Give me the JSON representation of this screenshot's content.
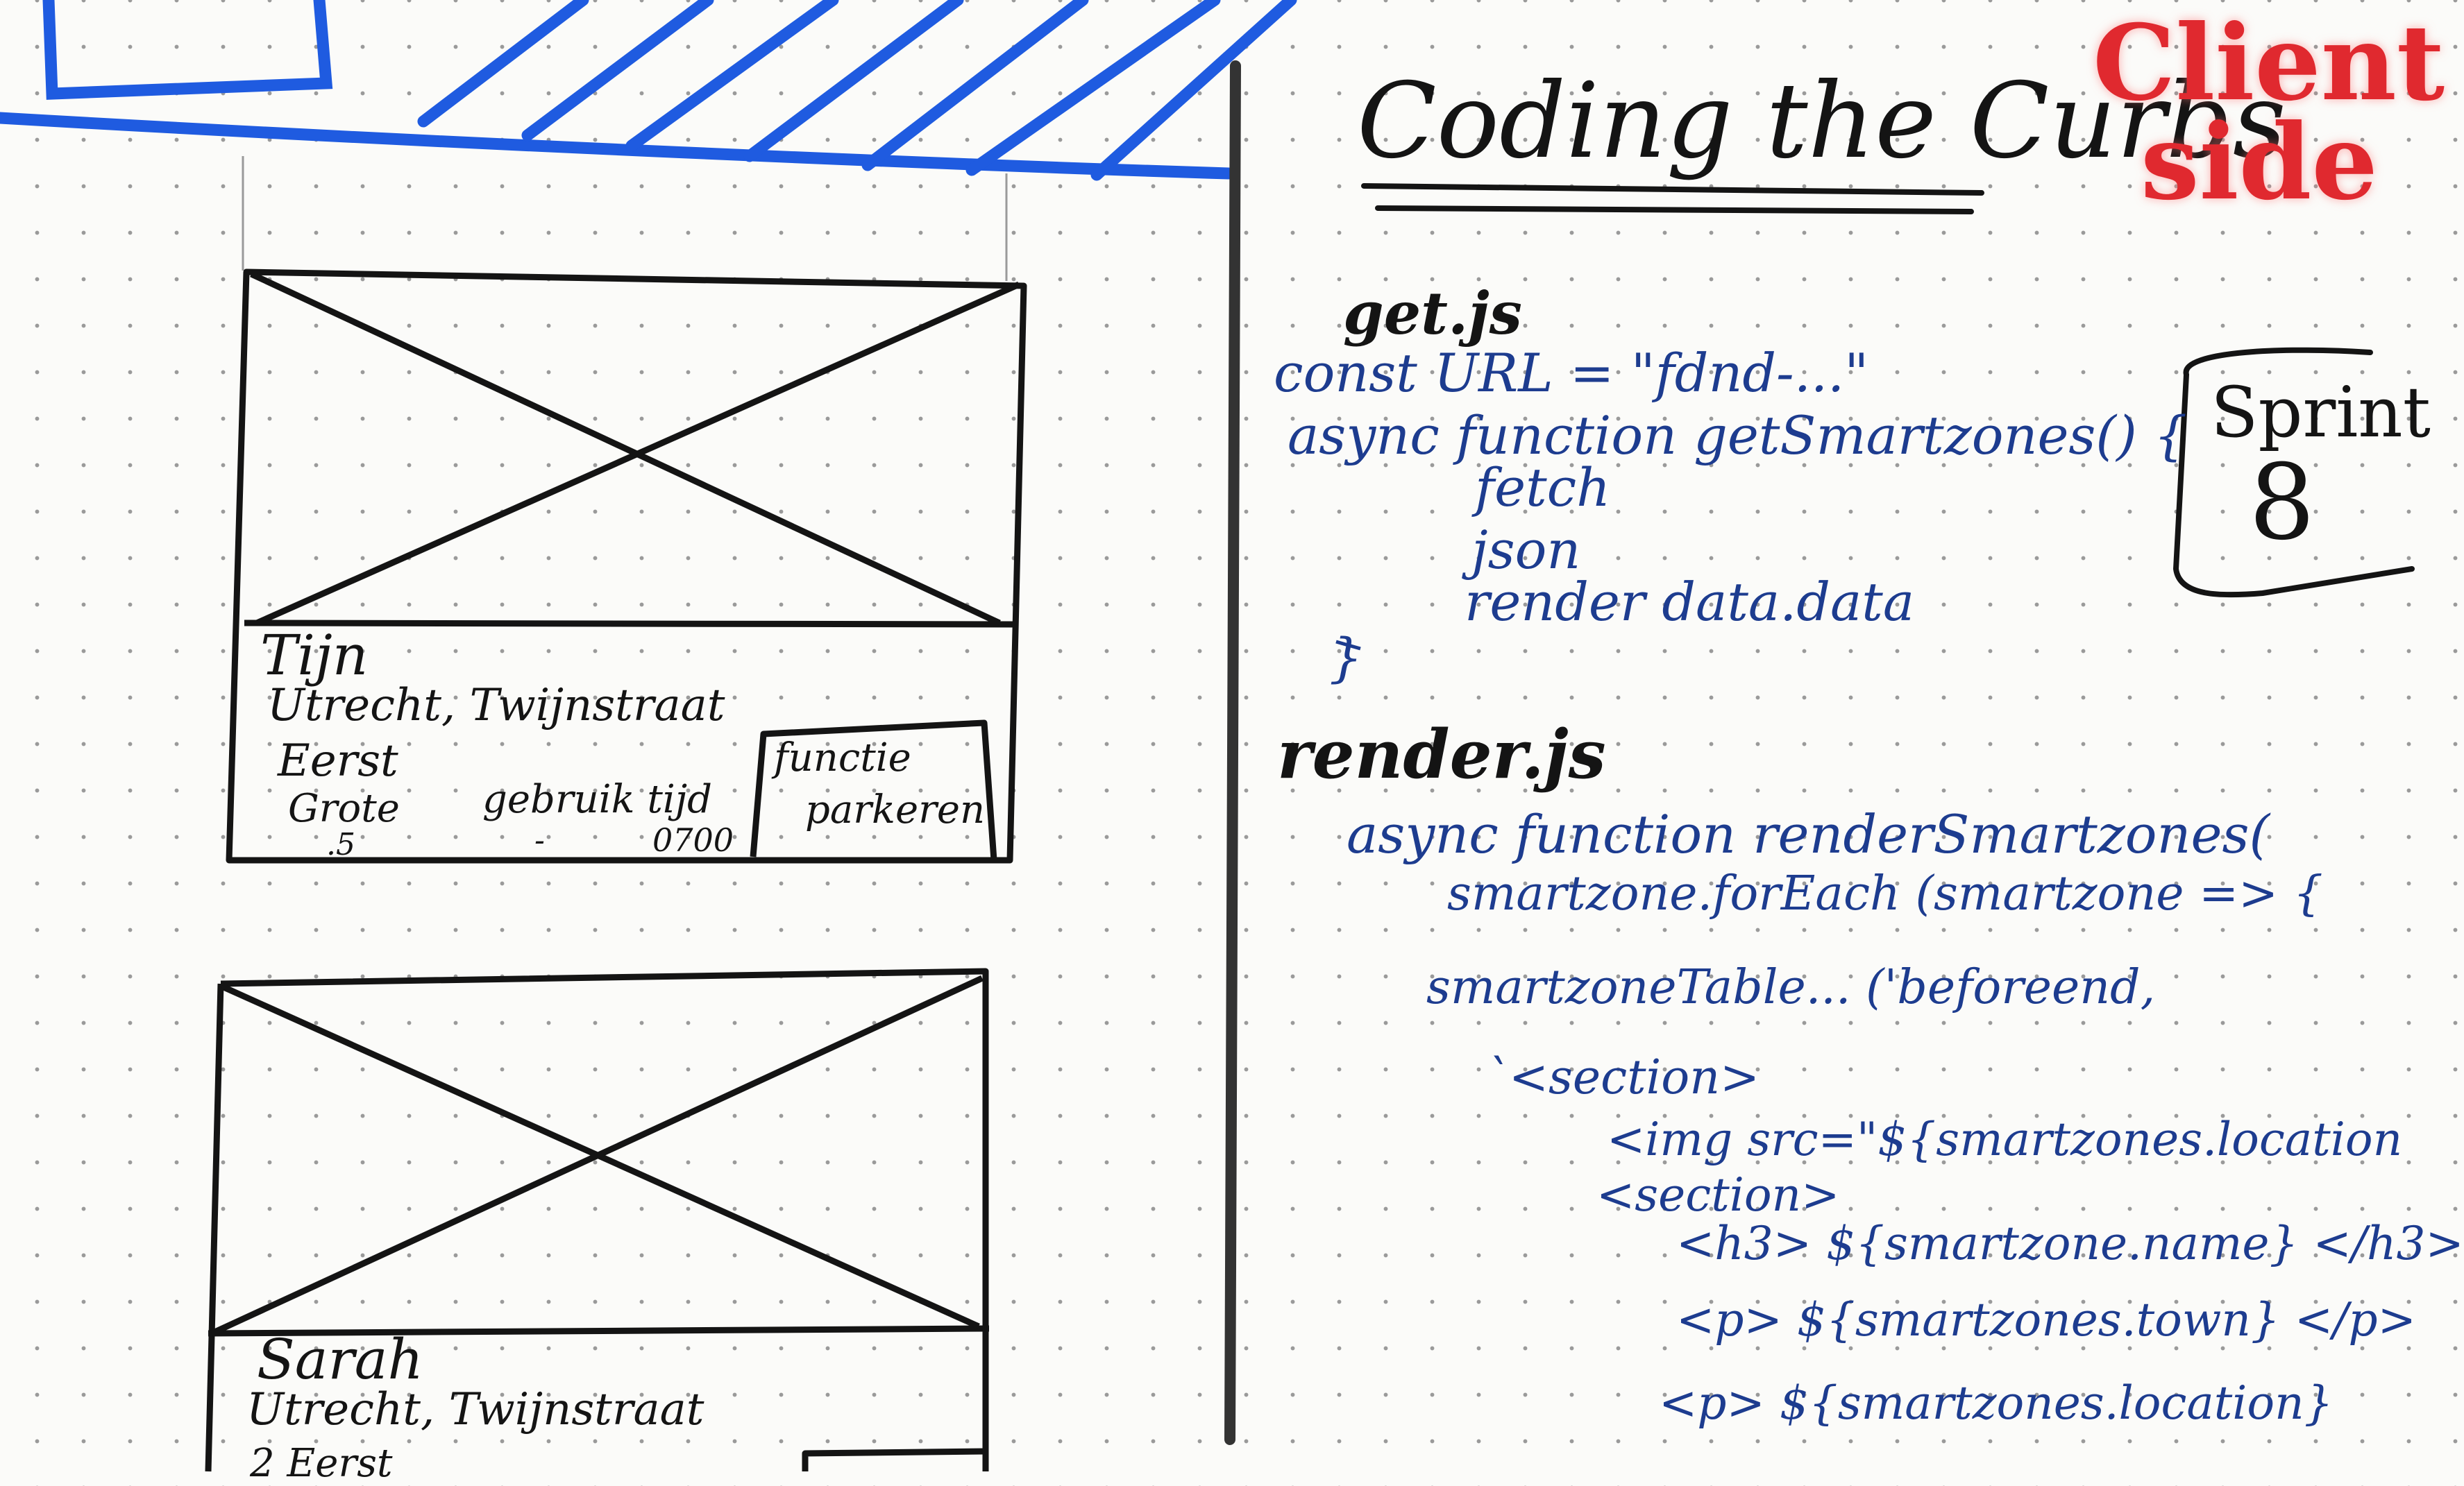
{
  "header": {
    "title": "Coding the Curbs",
    "side_label_line1": "Client",
    "side_label_line2": "side",
    "sprint_label": "Sprint",
    "sprint_number": "8"
  },
  "cards": [
    {
      "name": "Tijn",
      "address": "Utrecht, Twijnstraat",
      "line1_left": "Eerst",
      "line2_left": "Grote",
      "line2_mid": "gebruik tijd",
      "line3_left": ".5",
      "line3_mid": "-",
      "line3_right": "0700",
      "function_line1": "functie",
      "function_line2": "parkeren"
    },
    {
      "name": "Sarah",
      "address": "Utrecht, Twijnstraat",
      "line1_left": "2 Eerst"
    }
  ],
  "code": {
    "get_file": "get.js",
    "get_lines": [
      "const URL = \"fdnd-...\"",
      "async function getSmartzones() {",
      "fetch",
      "json",
      "render data.data",
      "}"
    ],
    "render_file": "render.js",
    "render_lines": [
      "async  function renderSmartzones(",
      "smartzone.forEach (smartzone => {",
      "smartzoneTable...  ('beforeend,",
      "`<section>",
      "<img  src=\"${smartzones.location",
      "<section>",
      "<h3> ${smartzone.name} </h3>",
      "<p> ${smartzones.town} </p>",
      "<p> ${smartzones.location}"
    ]
  },
  "colors": {
    "ink_black": "#141414",
    "ink_blue": "#1d3c8f",
    "marker_blue": "#1f5be0",
    "marker_red": "#e0292f"
  }
}
